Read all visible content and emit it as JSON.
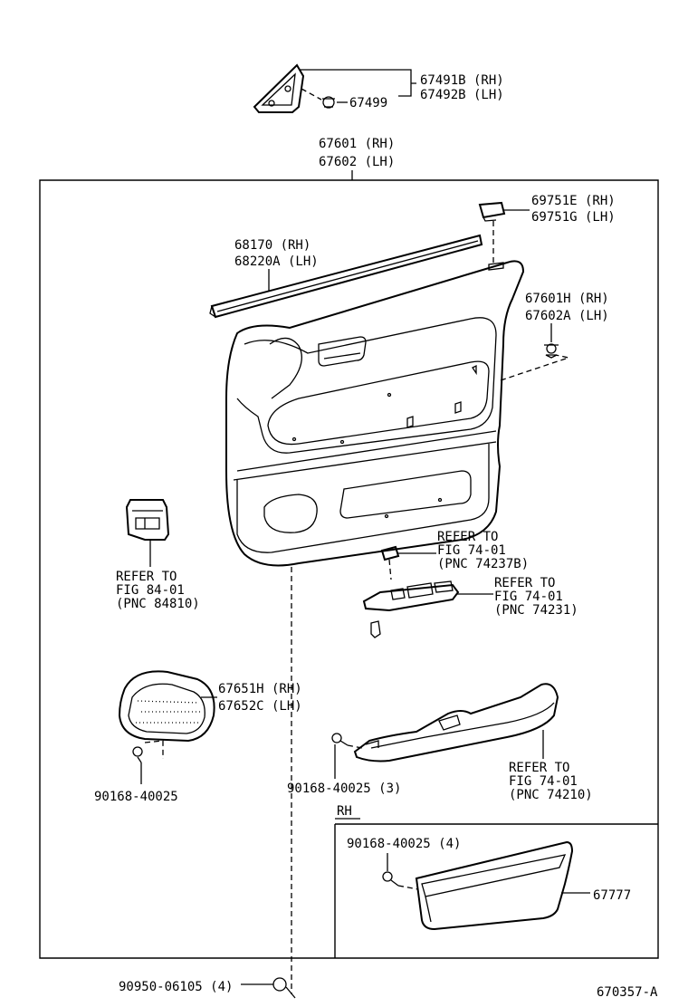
{
  "labels": {
    "p67491b": "67491B (RH)",
    "p67492b": "67492B (LH)",
    "p67499": "67499",
    "p67601": "67601 (RH)",
    "p67602": "67602 (LH)",
    "p69751e": "69751E (RH)",
    "p69751g": "69751G (LH)",
    "p68170": "68170  (RH)",
    "p68220a": "68220A (LH)",
    "p67601h": "67601H (RH)",
    "p67602a": "67602A (LH)",
    "ref84_1": "REFER TO",
    "ref84_2": "FIG 84-01",
    "ref84_3": "(PNC 84810)",
    "ref74237b_1": "REFER TO",
    "ref74237b_2": "FIG 74-01",
    "ref74237b_3": "(PNC 74237B)",
    "ref74231_1": "REFER TO",
    "ref74231_2": "FIG 74-01",
    "ref74231_3": "(PNC 74231)",
    "p67651h": "67651H (RH)",
    "p67652c": "67652C (LH)",
    "p90168_left": "90168-40025",
    "p90168_3": "90168-40025 (3)",
    "ref74210_1": "REFER TO",
    "ref74210_2": "FIG 74-01",
    "ref74210_3": "(PNC 74210)",
    "rh": "RH",
    "p90168_4": "90168-40025 (4)",
    "p67777": "67777",
    "p90950": "90950-06105 (4)",
    "figure_id": "670357-A"
  }
}
